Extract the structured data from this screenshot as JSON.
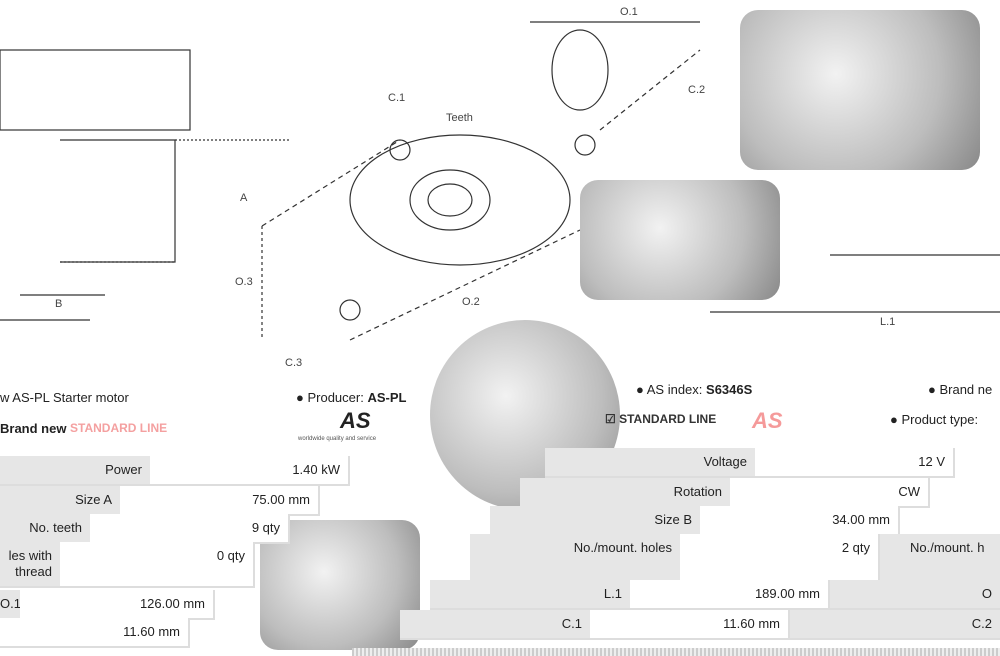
{
  "diagram": {
    "labels": {
      "o1": "O.1",
      "c1": "C.1",
      "teeth": "Teeth",
      "c2": "C.2",
      "a": "A",
      "b": "B",
      "o3": "O.3",
      "o2": "O.2",
      "c3": "C.3",
      "l1": "L.1"
    }
  },
  "header": {
    "title": "w AS-PL Starter motor",
    "producer_label": "Producer:",
    "producer": "AS-PL",
    "as_index_label": "AS index:",
    "as_index": "S6346S",
    "brand_label": "Brand ne",
    "standard_line": "STANDARD LINE",
    "product_type_label": "Product type:",
    "brand_new": "Brand new",
    "logo": "AS",
    "logo_tagline": "worldwide quality and service"
  },
  "left_table": [
    {
      "label": "Power",
      "value": "1.40 kW"
    },
    {
      "label": "Size A",
      "value": "75.00 mm"
    },
    {
      "label": "No. teeth",
      "value": "9 qty"
    },
    {
      "label": "les with thread",
      "value": "0 qty"
    },
    {
      "label": "O.1",
      "value": "126.00 mm"
    },
    {
      "label": "",
      "value": "11.60 mm"
    }
  ],
  "right_table": [
    {
      "label": "Voltage",
      "value": "12 V"
    },
    {
      "label": "Rotation",
      "value": "CW"
    },
    {
      "label": "Size B",
      "value": "34.00 mm"
    },
    {
      "label": "No./mount. holes",
      "value": "2 qty",
      "extra": "No./mount. h"
    },
    {
      "label": "L.1",
      "value": "189.00 mm",
      "extra": "O"
    },
    {
      "label": "C.1",
      "value": "11.60 mm",
      "extra": "C.2"
    }
  ],
  "colors": {
    "accent": "#e53935",
    "row_label_bg": "#e6e6e6"
  }
}
